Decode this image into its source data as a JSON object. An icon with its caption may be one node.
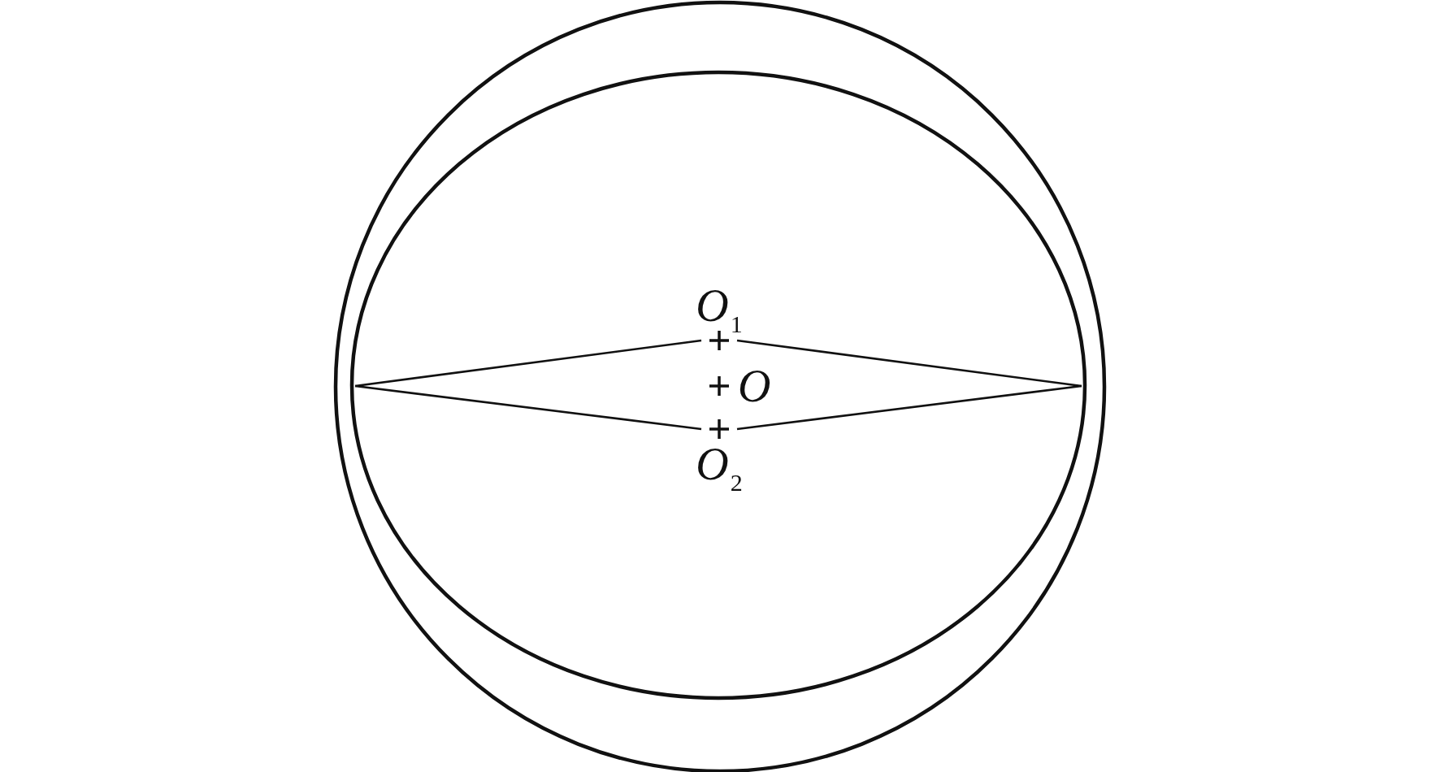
{
  "diagram": {
    "nodes": [
      {
        "text": [],
        "shape": "circle"
      },
      {
        "text": [],
        "shape": "ellipse",
        "in": 0
      },
      {
        "text": [
          "*O*$_{1}$"
        ],
        "in": 1
      },
      {
        "text": [
          "O"
        ],
        "in": 1
      },
      {
        "text": [
          "*O*$_{2}$"
        ],
        "in": 1
      }
    ],
    "edges": [
      {
        "from": 1,
        "to": 2,
        "arrow": "none"
      },
      {
        "from": 2,
        "to": 1,
        "arrow": "none"
      },
      {
        "from": 1,
        "to": 4,
        "arrow": "none"
      },
      {
        "from": 4,
        "to": 1,
        "arrow": "none"
      }
    ]
  }
}
